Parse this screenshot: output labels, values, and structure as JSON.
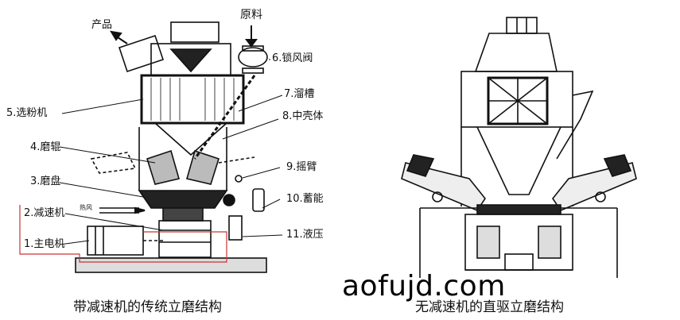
{
  "left_diagram": {
    "labels": {
      "product": "产品",
      "raw_material": "原料",
      "lock_valve": "6.锁风阀",
      "chute": "7.溜槽",
      "shell": "8.中壳体",
      "swing_arm": "9.摇臂",
      "accumulator": "10.蓄能",
      "hydraulic": "11.液压",
      "separator": "5.选粉机",
      "grinding_roller": "4.磨辊",
      "grinding_table": "3.磨盘",
      "reducer": "2.减速机",
      "motor": "1.主电机",
      "hot_air": "热风"
    },
    "caption": "带减速机的传统立磨结构"
  },
  "right_diagram": {
    "caption": "无减速机的直驱立磨结构"
  },
  "watermark": "aofujd.com"
}
